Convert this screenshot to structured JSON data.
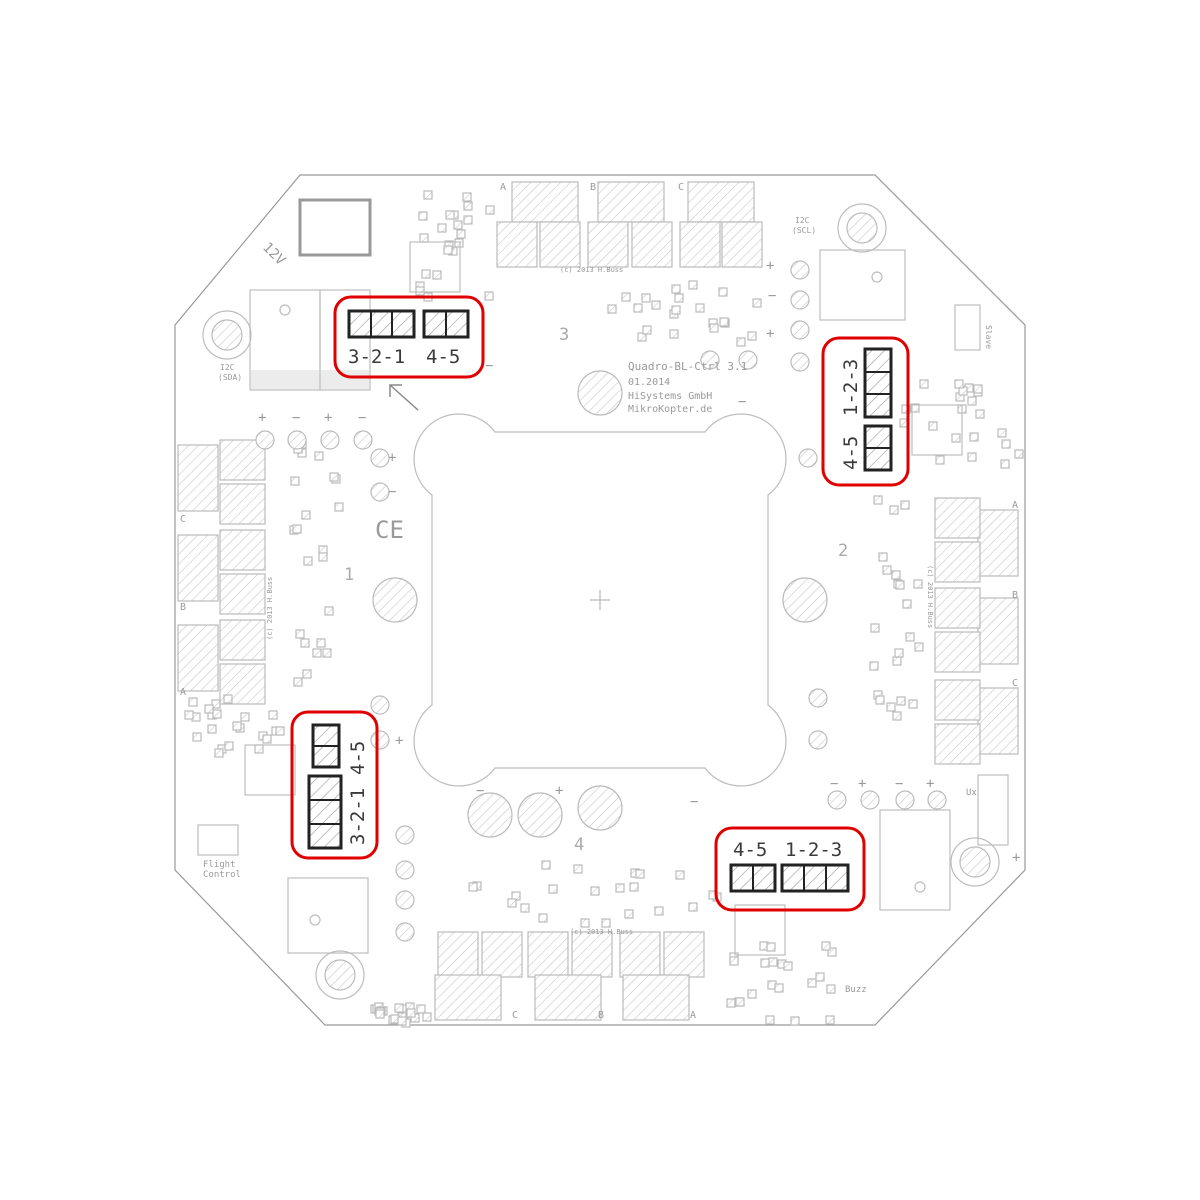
{
  "board": {
    "title": "Quadro-BL-Ctrl 3.1",
    "date": "01.2014",
    "company": "HiSystems GmbH",
    "website": "MikroKopter.de",
    "copyright": "(c) 2013 H.Buss",
    "voltage_label": "12V",
    "i2c_sda": [
      "I2C",
      "(SDA)"
    ],
    "i2c_scl": [
      "I2C",
      "(SCL)"
    ],
    "slave_label": "Slave",
    "flight_control": [
      "Flight",
      "Control"
    ],
    "buzz_label": "Buzz",
    "ux_label": "Ux",
    "ce_mark": "CE",
    "motor_numbers": [
      "1",
      "2",
      "3",
      "4"
    ],
    "phase_labels": [
      "A",
      "B",
      "C"
    ],
    "plus": "+",
    "minus": "−"
  },
  "highlights": [
    {
      "id": "motor-3",
      "connectors": [
        "3-2-1",
        "4-5"
      ],
      "color": "#e00000"
    },
    {
      "id": "motor-2",
      "connectors": [
        "1-2-3",
        "4-5"
      ],
      "color": "#e00000"
    },
    {
      "id": "motor-1",
      "connectors": [
        "4-5",
        "3-2-1"
      ],
      "color": "#e00000"
    },
    {
      "id": "motor-4",
      "connectors": [
        "4-5",
        "1-2-3"
      ],
      "color": "#e00000"
    }
  ]
}
